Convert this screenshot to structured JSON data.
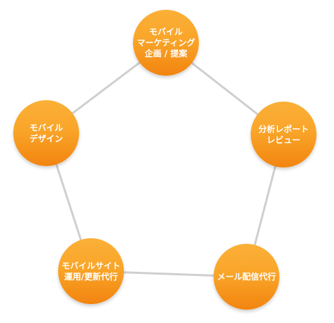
{
  "diagram": {
    "type": "cycle",
    "colors": {
      "node_top": "#fbb036",
      "node_bottom": "#f2840f",
      "edge": "#cfcfcf",
      "label": "#ffffff"
    },
    "nodes": [
      {
        "id": "planning",
        "lines": [
          "モバイル",
          "マーケティング",
          "企画 / 提案"
        ]
      },
      {
        "id": "report",
        "lines": [
          "分析レポート",
          "レビュー"
        ]
      },
      {
        "id": "mail",
        "lines": [
          "メール配信代行"
        ]
      },
      {
        "id": "operation",
        "lines": [
          "モバイルサイト",
          "運用/更新代行"
        ]
      },
      {
        "id": "design",
        "lines": [
          "モバイル",
          "デザイン"
        ]
      }
    ],
    "edges": [
      [
        "planning",
        "report"
      ],
      [
        "report",
        "mail"
      ],
      [
        "mail",
        "operation"
      ],
      [
        "operation",
        "design"
      ],
      [
        "design",
        "planning"
      ]
    ]
  }
}
